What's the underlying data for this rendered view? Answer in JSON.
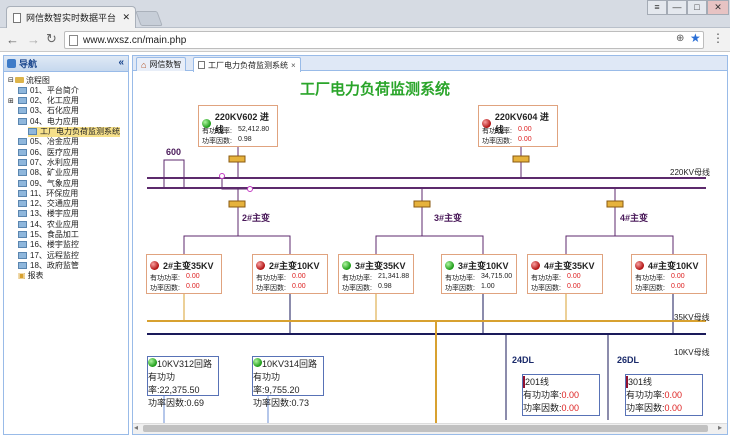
{
  "browser": {
    "tab_title": "网信数智实时数据平台",
    "url": "www.wxsz.cn/main.php",
    "win_buttons": [
      "≡",
      "—",
      "□",
      "✕"
    ]
  },
  "nav": {
    "title": "导航",
    "collapse": "«",
    "root": "流程图",
    "items": [
      {
        "label": "01、平台简介"
      },
      {
        "label": "02、化工应用"
      },
      {
        "label": "03、石化应用"
      },
      {
        "label": "04、电力应用"
      },
      {
        "label": "工厂电力负荷监测系统"
      },
      {
        "label": "05、冶金应用"
      },
      {
        "label": "06、医疗应用"
      },
      {
        "label": "07、水利应用"
      },
      {
        "label": "08、矿业应用"
      },
      {
        "label": "09、气象应用"
      },
      {
        "label": "11、环保应用"
      },
      {
        "label": "12、交通应用"
      },
      {
        "label": "13、楼宇应用"
      },
      {
        "label": "14、农业应用"
      },
      {
        "label": "15、食品加工"
      },
      {
        "label": "16、楼宇监控"
      },
      {
        "label": "17、远程监控"
      },
      {
        "label": "18、政府监管"
      }
    ],
    "report": "报表"
  },
  "tabs": [
    {
      "label": "网信数智"
    },
    {
      "label": "工厂电力负荷监测系统"
    }
  ],
  "tab_close": "×",
  "diagram": {
    "title": "工厂电力负荷监测系统",
    "label_600": "600",
    "bus_220": "220KV母线",
    "bus_35": "35KV母线",
    "bus_10": "10KV母线",
    "transformers": [
      "2#主变",
      "3#主变",
      "4#主变"
    ],
    "labels": {
      "p": "有功功率:",
      "pf": "功率因数:"
    },
    "top_boxes": [
      {
        "name": "220KV602 进线",
        "p": "52,412.80",
        "pf": "0.98",
        "status": "green"
      },
      {
        "name": "220KV604 进线",
        "p": "0.00",
        "pf": "0.00",
        "status": "red"
      }
    ],
    "mid_boxes": [
      {
        "name": "2#主变35KV",
        "p": "0.00",
        "pf": "0.00",
        "status": "red"
      },
      {
        "name": "2#主变10KV",
        "p": "0.00",
        "pf": "0.00",
        "status": "red"
      },
      {
        "name": "3#主变35KV",
        "p": "21,341.88",
        "pf": "0.98",
        "status": "green"
      },
      {
        "name": "3#主变10KV",
        "p": "34,715.00",
        "pf": "1.00",
        "status": "green"
      },
      {
        "name": "4#主变35KV",
        "p": "0.00",
        "pf": "0.00",
        "status": "red"
      },
      {
        "name": "4#主变10KV",
        "p": "0.00",
        "pf": "0.00",
        "status": "red"
      }
    ],
    "feeders": [
      {
        "name": "10KV312回路",
        "p": "22,375.50",
        "pf": "0.69"
      },
      {
        "name": "10KV314回路",
        "p": "9,755.20",
        "pf": "0.73"
      }
    ],
    "dl_labels": [
      "24DL",
      "26DL"
    ],
    "lines": [
      {
        "name": "201线",
        "p": "0.00",
        "pf": "0.00"
      },
      {
        "name": "301线",
        "p": "0.00",
        "pf": "0.00"
      }
    ]
  }
}
